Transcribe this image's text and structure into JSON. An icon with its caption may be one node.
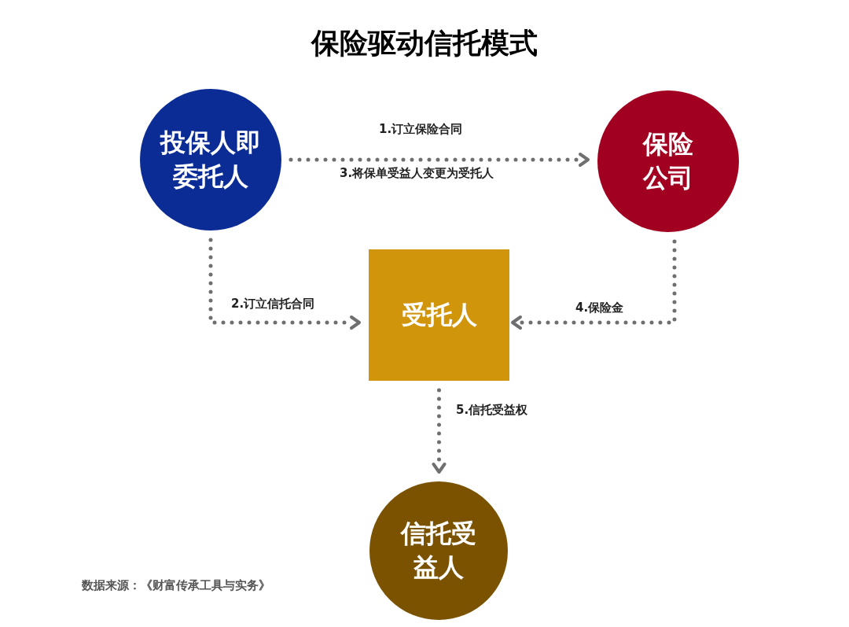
{
  "diagram": {
    "title": "保险驱动信托模式",
    "nodes": [
      {
        "text": [
          "投保人即委托人"
        ]
      },
      {
        "text": [
          "保险公司"
        ]
      },
      {
        "text": [
          "受托人"
        ]
      },
      {
        "text": [
          "信托受益人"
        ]
      }
    ],
    "edges": [
      {
        "from": 0,
        "to": 1,
        "arrow": "to",
        "label": "1.订立保险合同"
      },
      {
        "from": 0,
        "to": 2,
        "arrow": "to",
        "label": "2.订立信托合同"
      },
      {
        "from": 1,
        "to": 2,
        "arrow": "to",
        "label": "4.保险金"
      },
      {
        "from": 2,
        "to": 3,
        "arrow": "to",
        "label": "5.信托受益权"
      }
    ],
    "labels": [
      "3.将保单受益人变更为受托人",
      "数据来源：《财富传承工具与实务》"
    ]
  }
}
